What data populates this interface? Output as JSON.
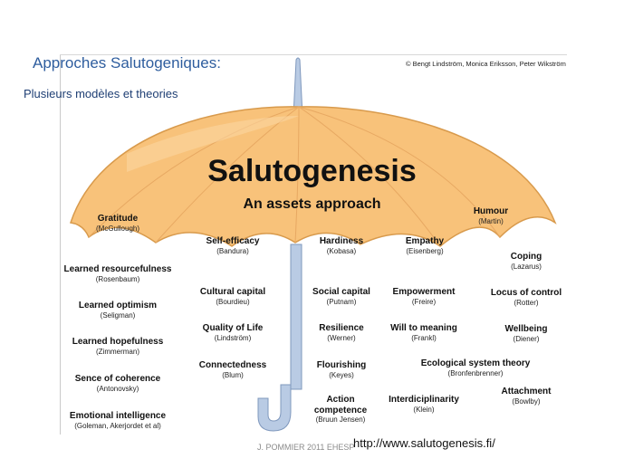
{
  "slide": {
    "title": "Approches Salutogeniques:",
    "subtitle": "Plusieurs modèles et theories",
    "copyright": "© Bengt Lindström, Monica Eriksson, Peter Wikström"
  },
  "umbrella": {
    "title": "Salutogenesis",
    "subtitle": "An assets approach",
    "canopy_color": "#f8c27a",
    "handle_color": "#b9cbe4"
  },
  "concepts": [
    {
      "name": "Gratitude",
      "author": "(McGullough)"
    },
    {
      "name": "Self-efficacy",
      "author": "(Bandura)"
    },
    {
      "name": "Hardiness",
      "author": "(Kobasa)"
    },
    {
      "name": "Empathy",
      "author": "(Eisenberg)"
    },
    {
      "name": "Humour",
      "author": "(Martin)"
    },
    {
      "name": "Learned resourcefulness",
      "author": "(Rosenbaum)"
    },
    {
      "name": "Coping",
      "author": "(Lazarus)"
    },
    {
      "name": "Cultural capital",
      "author": "(Bourdieu)"
    },
    {
      "name": "Social capital",
      "author": "(Putnam)"
    },
    {
      "name": "Empowerment",
      "author": "(Freire)"
    },
    {
      "name": "Locus of control",
      "author": "(Rotter)"
    },
    {
      "name": "Learned optimism",
      "author": "(Seligman)"
    },
    {
      "name": "Quality of Life",
      "author": "(Lindström)"
    },
    {
      "name": "Resilience",
      "author": "(Werner)"
    },
    {
      "name": "Will to meaning",
      "author": "(Frankl)"
    },
    {
      "name": "Wellbeing",
      "author": "(Diener)"
    },
    {
      "name": "Learned hopefulness",
      "author": "(Zimmerman)"
    },
    {
      "name": "Connectedness",
      "author": "(Blum)"
    },
    {
      "name": "Flourishing",
      "author": "(Keyes)"
    },
    {
      "name": "Ecological system theory",
      "author": "(Bronfenbrenner)"
    },
    {
      "name": "Sence of coherence",
      "author": "(Antonovsky)"
    },
    {
      "name": "Attachment",
      "author": "(Bowlby)"
    },
    {
      "name": "Emotional intelligence",
      "author": "(Goleman, Akerjordet et al)"
    },
    {
      "name": "Action competence",
      "author": "(Bruun Jensen)"
    },
    {
      "name": "Interdiciplinarity",
      "author": "(Klein)"
    }
  ],
  "footer": {
    "author": "J. POMMIER 2011 EHESP",
    "url": "http://www.salutogenesis.fi/"
  }
}
